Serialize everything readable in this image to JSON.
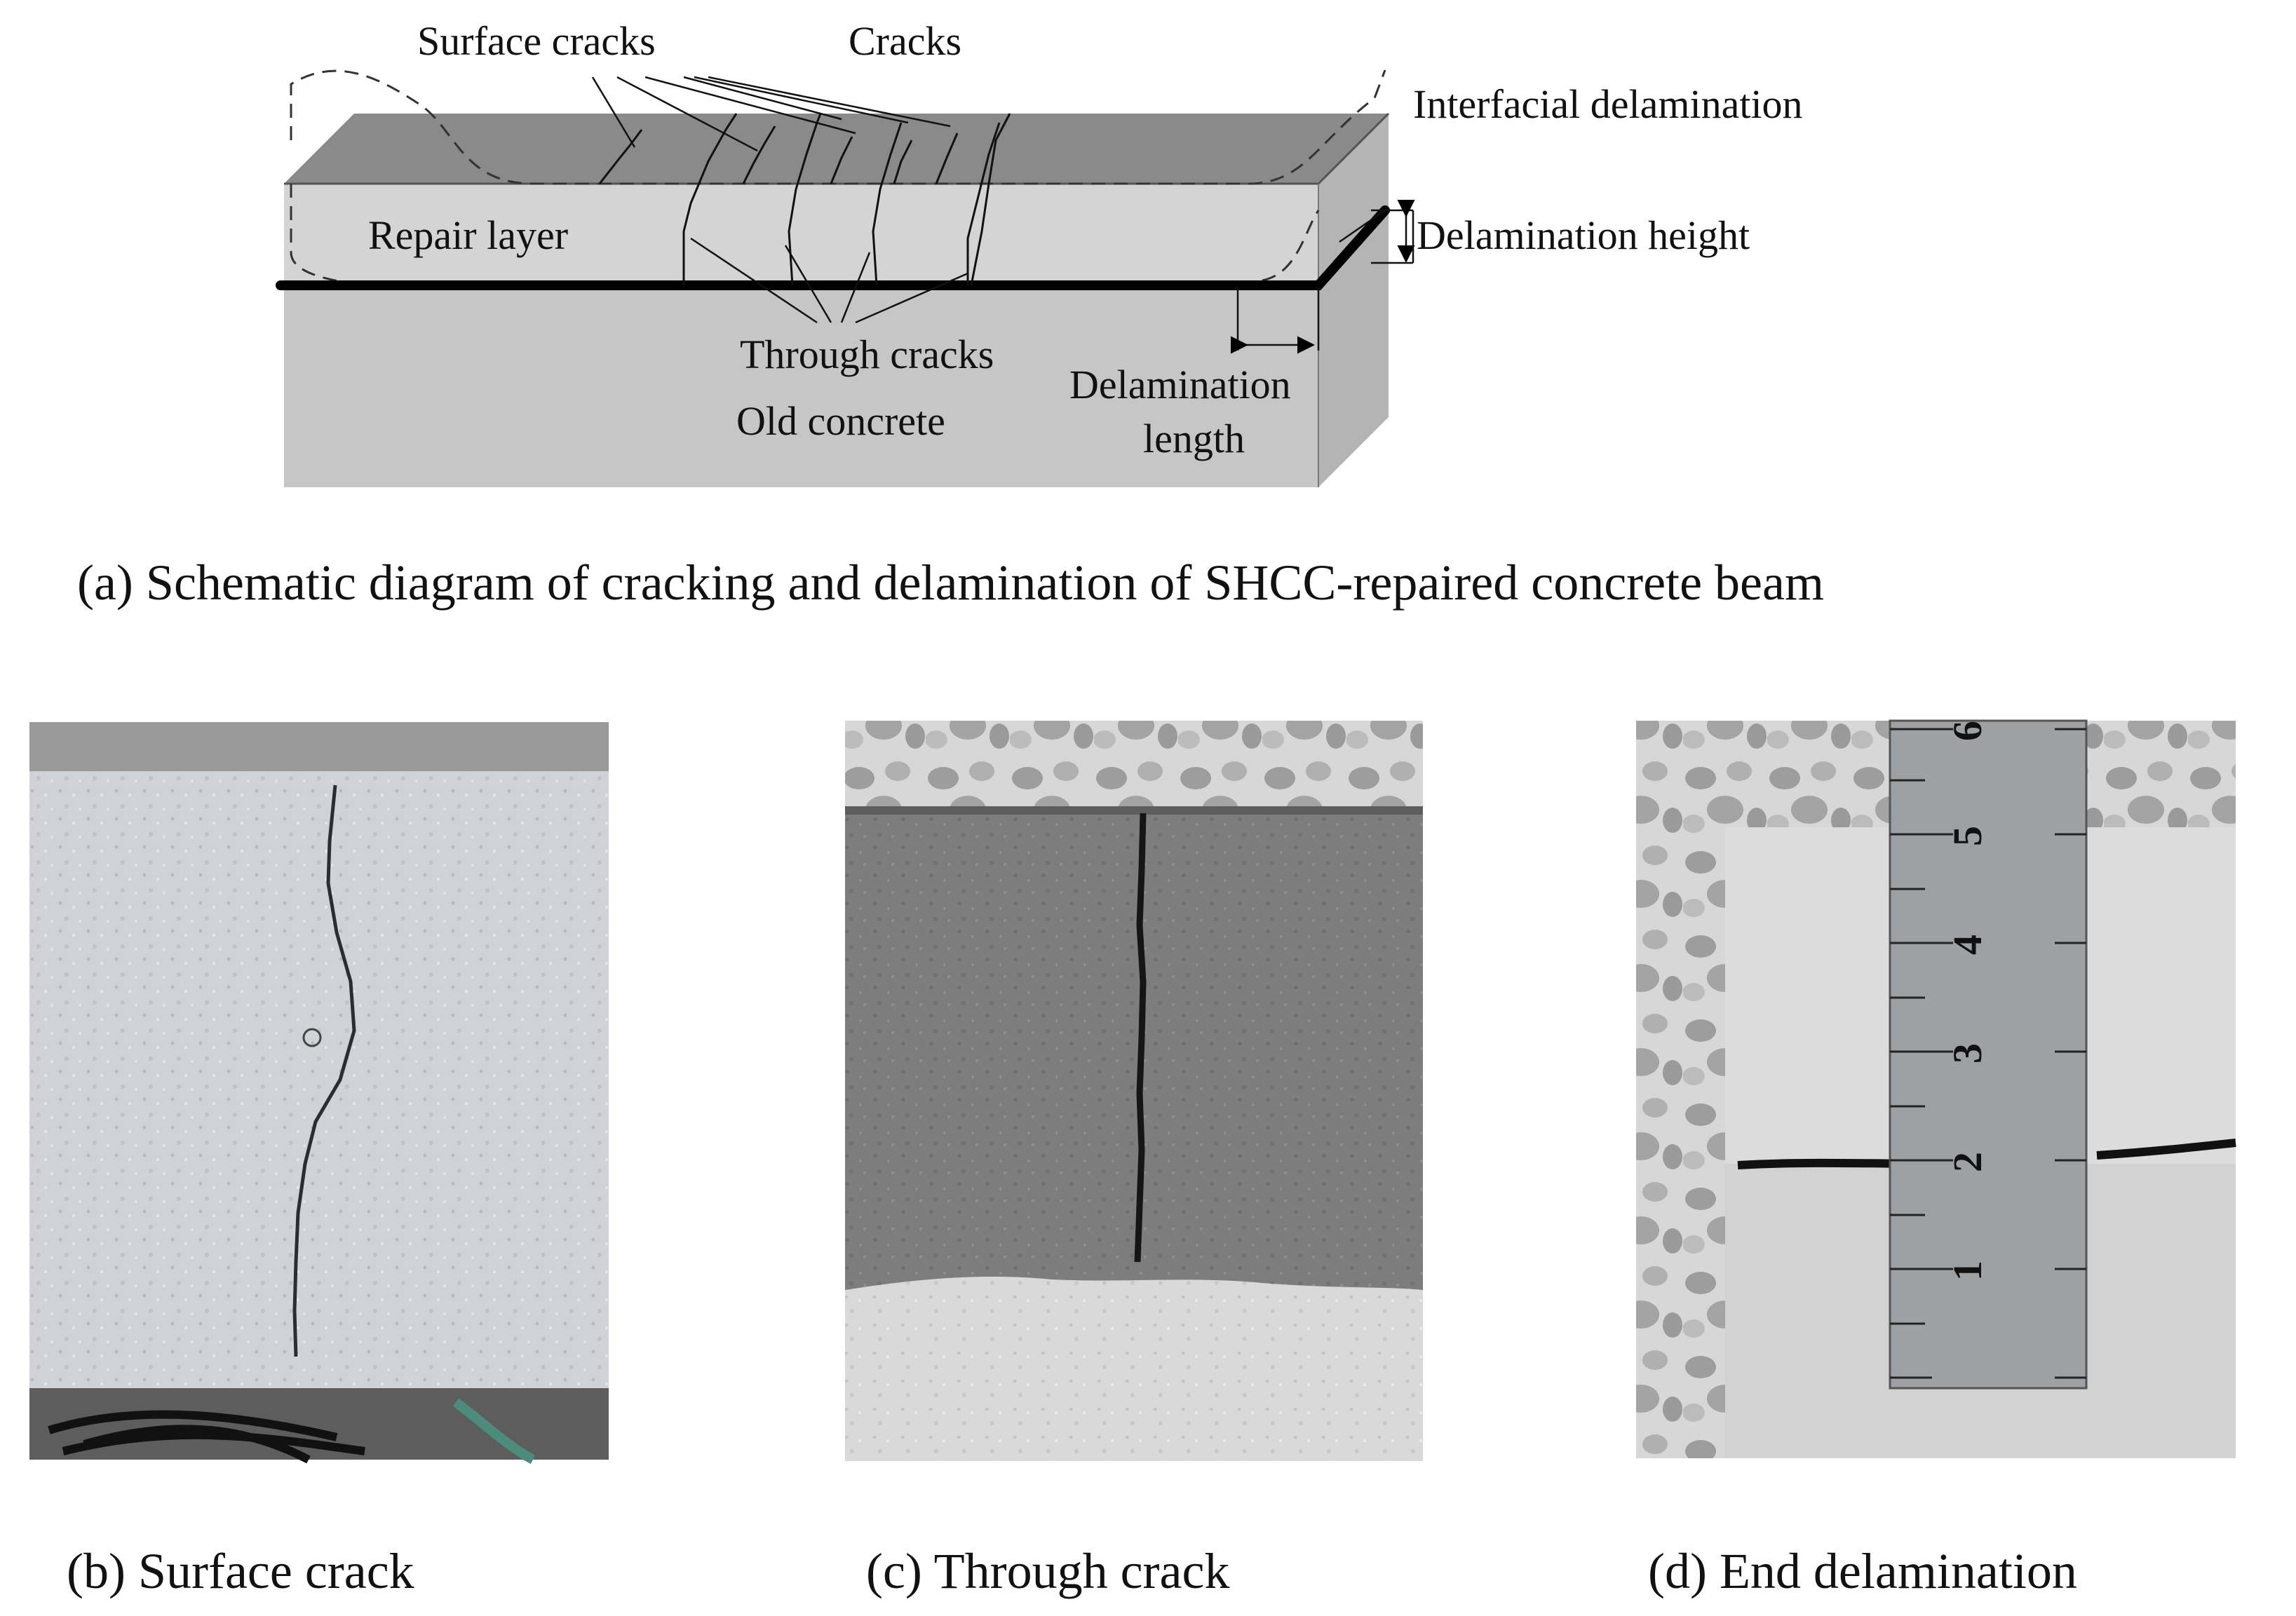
{
  "figure": {
    "schematic": {
      "labels": {
        "surface_cracks": "Surface cracks",
        "cracks": "Cracks",
        "interfacial_delamination": "Interfacial delamination",
        "repair_layer": "Repair layer",
        "delamination_height": "Delamination height",
        "through_cracks": "Through cracks",
        "old_concrete": "Old concrete",
        "delamination_length_line1": "Delamination",
        "delamination_length_line2": "length"
      },
      "caption": "(a) Schematic diagram of cracking and delamination of SHCC-repaired concrete beam"
    },
    "photos": [
      {
        "caption": "(b) Surface crack"
      },
      {
        "caption": "(c) Through crack"
      },
      {
        "caption": "(d) End delamination"
      }
    ],
    "ruler": {
      "numbers": [
        "1",
        "2",
        "3",
        "4",
        "5",
        "6"
      ]
    },
    "colors": {
      "beam_top": "#8a8a8a",
      "repair_layer": "#cfcfcf",
      "old_concrete": "#c6c6c6",
      "beam_side": "#b8b8b8",
      "interface_line": "#000000"
    }
  }
}
